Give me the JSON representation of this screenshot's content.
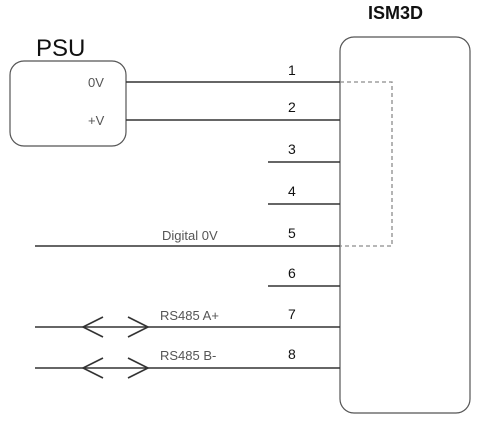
{
  "diagram": {
    "psu": {
      "title": "PSU",
      "terminals": [
        "0V",
        "+V"
      ]
    },
    "device": {
      "title": "ISM3D"
    },
    "pins": [
      {
        "number": "1",
        "label": ""
      },
      {
        "number": "2",
        "label": ""
      },
      {
        "number": "3",
        "label": ""
      },
      {
        "number": "4",
        "label": ""
      },
      {
        "number": "5",
        "label": "Digital 0V"
      },
      {
        "number": "6",
        "label": ""
      },
      {
        "number": "7",
        "label": "RS485 A+"
      },
      {
        "number": "8",
        "label": "RS485 B-"
      }
    ],
    "colors": {
      "line": "#333333",
      "dashed_link": "#8c8c8c",
      "box_border": "#555555"
    }
  }
}
